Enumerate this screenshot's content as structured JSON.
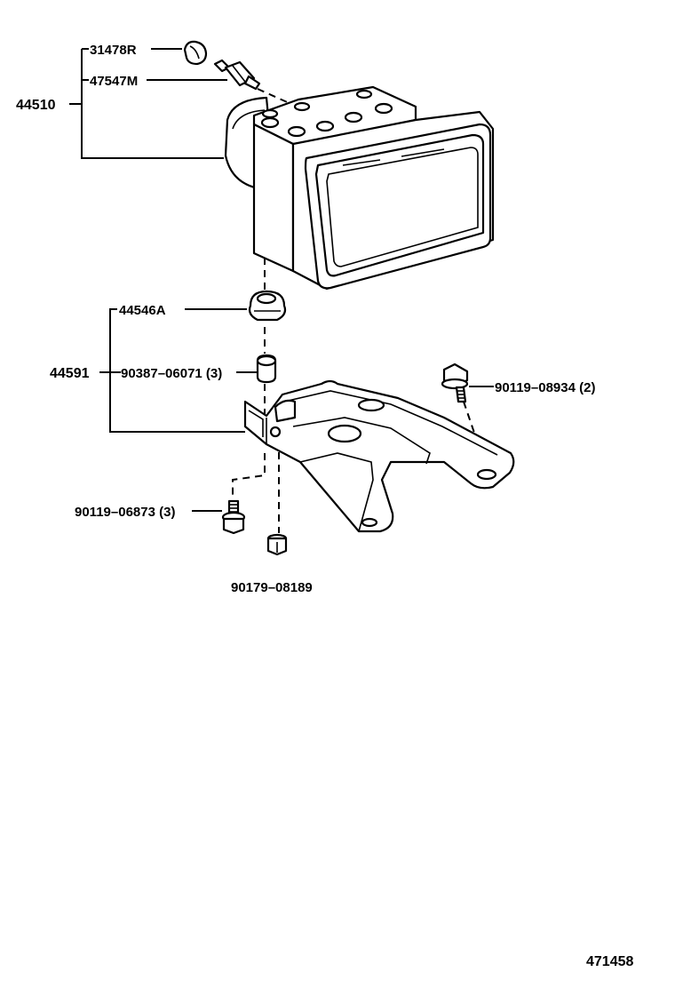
{
  "labels": {
    "p31478R": "31478R",
    "p47547M": "47547M",
    "p44510": "44510",
    "p44546A": "44546A",
    "p44591": "44591",
    "p90387": "90387–06071 (3)",
    "p90119_08934": "90119–08934 (2)",
    "p90119_06873": "90119–06873 (3)",
    "p90179": "90179–08189",
    "diagram_number": "471458"
  }
}
